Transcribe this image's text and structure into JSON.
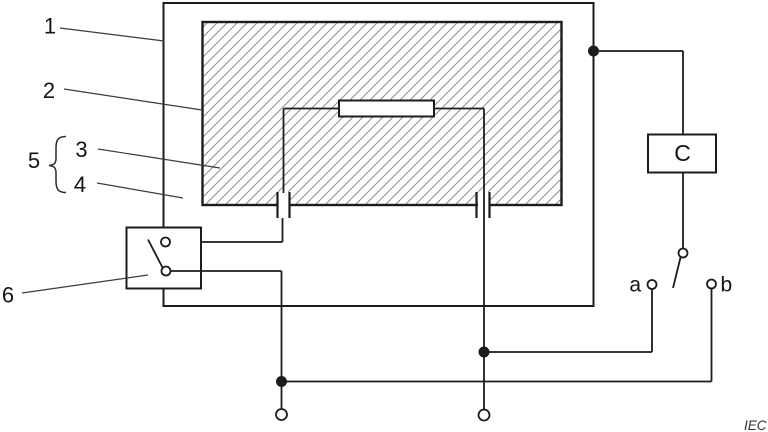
{
  "diagram": {
    "reference_labels": {
      "l1": "1",
      "l2": "2",
      "l3": "3",
      "l4": "4",
      "l5": "5",
      "l6": "6"
    },
    "components": {
      "c_box": "C",
      "contact_a": "a",
      "contact_b": "b"
    },
    "attribution": "IEC",
    "colors": {
      "line": "#1c1c1c",
      "hatch": "#8f8f8f",
      "background": "#ffffff"
    }
  }
}
